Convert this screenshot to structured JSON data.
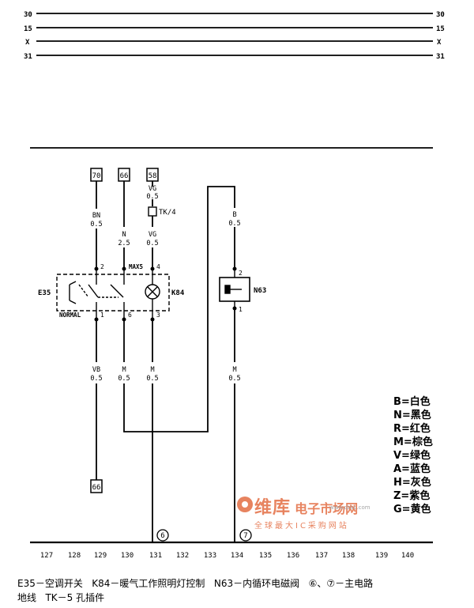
{
  "bus": {
    "left_labels": [
      "30",
      "15",
      "X",
      "31"
    ],
    "right_labels": [
      "30",
      "15",
      "X",
      "31"
    ]
  },
  "terminals": {
    "t1": "70",
    "t2": "66",
    "t3": "58",
    "t4": "66"
  },
  "wires": {
    "bn": {
      "color": "BN",
      "size": "0.5"
    },
    "n": {
      "color": "N",
      "size": "2.5"
    },
    "vg_top": {
      "color": "VG",
      "size": "0.5"
    },
    "tk": "TK/4",
    "vg_mid": {
      "color": "VG",
      "size": "0.5"
    },
    "b": {
      "color": "B",
      "size": "0.5"
    },
    "vb": {
      "color": "VB",
      "size": "0.5"
    },
    "m1": {
      "color": "M",
      "size": "0.5"
    },
    "m2": {
      "color": "M",
      "size": "0.5"
    },
    "m3": {
      "color": "M",
      "size": "0.5"
    }
  },
  "components": {
    "e35": {
      "label": "E35",
      "pins": [
        "2",
        "1"
      ],
      "normal": "NORMAL",
      "max": "MAX5"
    },
    "k84": {
      "label": "K84",
      "pins": [
        "4",
        "6",
        "3"
      ]
    },
    "n63": {
      "label": "N63",
      "pins": [
        "2",
        "1"
      ]
    }
  },
  "ground_points": [
    "6",
    "7"
  ],
  "ruler": [
    "127",
    "128",
    "129",
    "130",
    "131",
    "132",
    "133",
    "134",
    "135",
    "136",
    "137",
    "138",
    "139",
    "140"
  ],
  "legend": [
    "B=白色",
    "N=黑色",
    "R=红色",
    "M=棕色",
    "V=绿色",
    "A=蓝色",
    "H=灰色",
    "Z=紫色",
    "G=黄色"
  ],
  "caption": {
    "line1": "E35－空调开关   K84－暖气工作照明灯控制   N63－内循环电磁阀   ⑥、⑦－主电路",
    "line2": "地线   TK－5 孔插件"
  },
  "watermark": {
    "brand": "维库",
    "site": "电子市场网",
    "url": "www.dzsc.com",
    "slogan": "全球最大IC采购网站"
  }
}
